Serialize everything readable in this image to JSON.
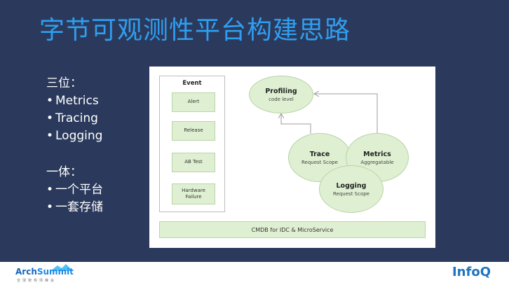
{
  "slide": {
    "title": "字节可观测性平台构建思路",
    "bullets": {
      "group1": {
        "heading": "三位：",
        "items": [
          "Metrics",
          "Tracing",
          "Logging"
        ]
      },
      "group2": {
        "heading": "一体：",
        "items": [
          "一个平台",
          "一套存储"
        ]
      }
    }
  },
  "diagram": {
    "event_panel": {
      "title": "Event",
      "items": [
        "Alert",
        "Release",
        "AB Test",
        "Hardware\nFailure"
      ]
    },
    "bubbles": {
      "profiling": {
        "title": "Profiling",
        "subtitle": "code level"
      },
      "trace": {
        "title": "Trace",
        "subtitle": "Request Scope"
      },
      "metrics": {
        "title": "Metrics",
        "subtitle": "Aggregatable"
      },
      "logging": {
        "title": "Logging",
        "subtitle": "Request Scope"
      }
    },
    "cmdb": "CMDB for IDC & MicroService",
    "colors": {
      "box_fill": "#dff0d2",
      "box_border": "#b8d5a8",
      "arrow": "#9e9e9e"
    }
  },
  "footer": {
    "left_logo": {
      "arch": "Arch",
      "summit": "Summit",
      "tagline": "全球架构师峰会"
    },
    "right_logo": "InfoQ"
  },
  "colors": {
    "slide_bg": "#2b3a5c",
    "title": "#2f9ef0",
    "bullet_text": "#ffffff"
  }
}
